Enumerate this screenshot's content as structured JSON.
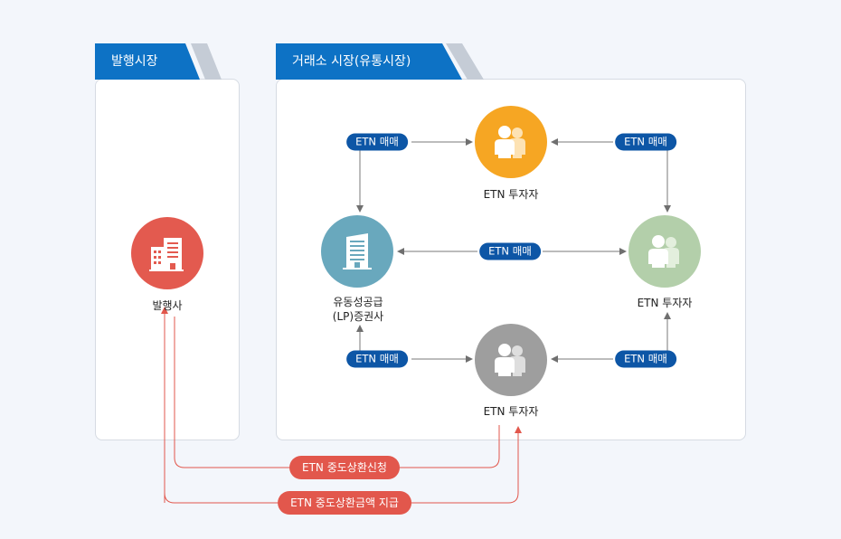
{
  "sections": {
    "issue_market": "발행시장",
    "trading_market": "거래소 시장(유통시장)"
  },
  "nodes": {
    "issuer": "발행사",
    "lp_line1": "유동성공급",
    "lp_line2": "(LP)증권사",
    "investor_top": "ETN 투자자",
    "investor_right": "ETN 투자자",
    "investor_bottom": "ETN 투자자"
  },
  "pills": {
    "trade_top_left": "ETN 매매",
    "trade_top_right": "ETN 매매",
    "trade_middle": "ETN 매매",
    "trade_bottom_left": "ETN 매매",
    "trade_bottom_right": "ETN 매매",
    "redemption_request": "ETN 중도상환신청",
    "redemption_payment": "ETN 중도상환금액 지급"
  },
  "colors": {
    "tab_blue": "#0d72c5",
    "pill_blue": "#0d56a6",
    "red": "#e2574c",
    "issuer": "#e35a4f",
    "lp": "#69a8bd",
    "investor_orange": "#f6a623",
    "investor_green": "#b3cfaa",
    "investor_gray": "#9e9e9e"
  }
}
